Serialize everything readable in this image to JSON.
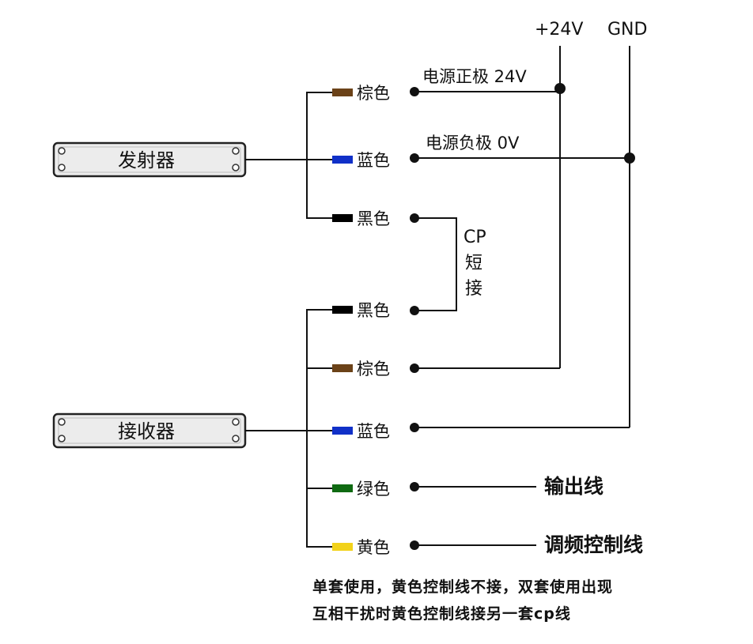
{
  "rails": {
    "plus24v": "+24V",
    "gnd": "GND"
  },
  "devices": {
    "emitter": "发射器",
    "receiver": "接收器"
  },
  "emitter_wires": [
    {
      "label": "棕色",
      "color": "#6b4218"
    },
    {
      "label": "蓝色",
      "color": "#1030c8"
    },
    {
      "label": "黑色",
      "color": "#000000"
    }
  ],
  "receiver_wires": [
    {
      "label": "黑色",
      "color": "#000000"
    },
    {
      "label": "棕色",
      "color": "#6b4218"
    },
    {
      "label": "蓝色",
      "color": "#1030c8"
    },
    {
      "label": "绿色",
      "color": "#0f6a12"
    },
    {
      "label": "黄色",
      "color": "#f2d21a"
    }
  ],
  "annotations": {
    "power_positive": "电源正极 24V",
    "power_negative": "电源负极 0V",
    "cp_line1": "CP",
    "cp_line2": "短",
    "cp_line3": "接",
    "output_line": "输出线",
    "freq_control_line": "调频控制线"
  },
  "note": {
    "line1": "单套使用，黄色控制线不接，双套使用出现",
    "line2": "互相干扰时黄色控制线接另一套cp线"
  }
}
